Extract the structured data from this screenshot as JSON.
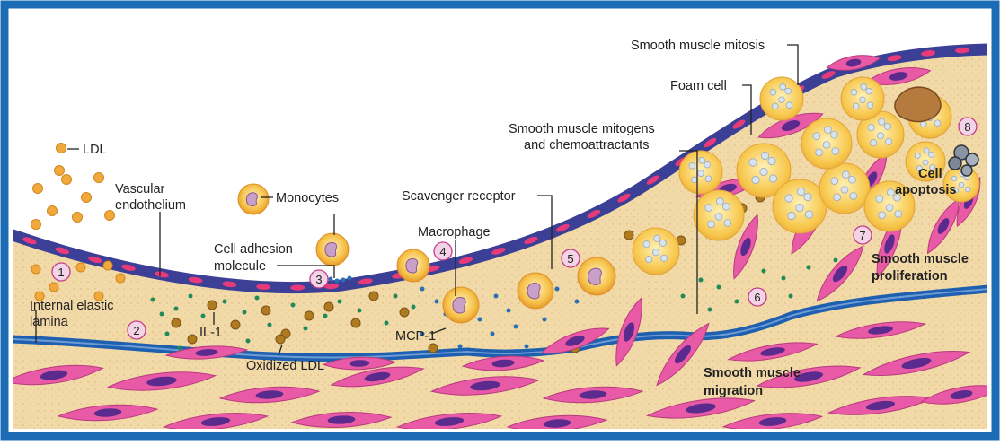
{
  "colors": {
    "frame": "#1b6cb5",
    "background": "#ffffff",
    "intima": "#f2d9a8",
    "endothelium": "#3b3f95",
    "endothelium_nucleus": "#e63a7a",
    "elastic_lamina": "#1f5fb0",
    "smooth_muscle_cell": "#e85aa5",
    "smooth_muscle_nucleus": "#5a2a8c",
    "ldl": "#f2a93b",
    "oxidized_ldl": "#b07a1e",
    "chemokine_green": "#1f8a5a",
    "chemokine_blue": "#2a6fb3",
    "foam_cell": "#f7c64a",
    "lipid_droplet": "#d8e3f0",
    "apoptotic_cell": "#7d8796",
    "marker_fill": "#f3d3e6",
    "marker_stroke": "#c23b8a",
    "label_text": "#222222",
    "leader_line": "#222222"
  },
  "labels": {
    "ldl": "LDL",
    "vascular_endothelium": [
      "Vascular",
      "endothelium"
    ],
    "monocytes": "Monocytes",
    "cell_adhesion_molecule": [
      "Cell adhesion",
      "molecule"
    ],
    "internal_elastic_lamina": [
      "Internal elastic",
      "lamina"
    ],
    "il1": "IL-1",
    "oxidized_ldl": "Oxidized LDL",
    "scavenger_receptor": "Scavenger receptor",
    "macrophage": "Macrophage",
    "mcp1": "MCP-1",
    "smooth_muscle_mitogens": [
      "Smooth muscle mitogens",
      "and chemoattractants"
    ],
    "foam_cell": "Foam cell",
    "smooth_muscle_mitosis": "Smooth muscle mitosis",
    "cell_apoptosis": [
      "Cell",
      "apoptosis"
    ],
    "smooth_muscle_proliferation": [
      "Smooth muscle",
      "proliferation"
    ],
    "smooth_muscle_migration": [
      "Smooth muscle",
      "migration"
    ]
  },
  "steps": [
    "1",
    "2",
    "3",
    "4",
    "5",
    "6",
    "7",
    "8"
  ]
}
